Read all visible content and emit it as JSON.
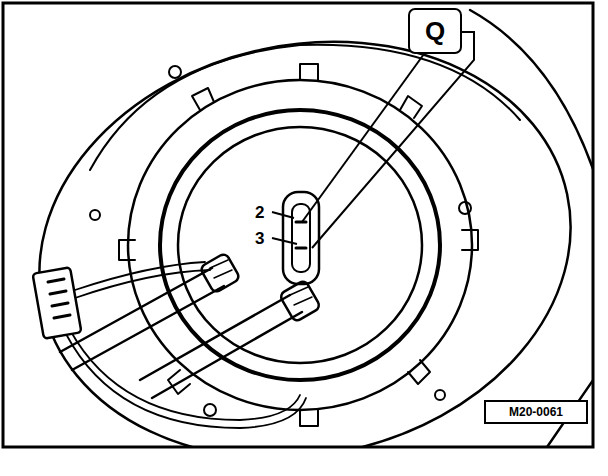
{
  "diagram": {
    "nodes": [
      {
        "text": [
          "Q"
        ]
      },
      {
        "text": [
          "M20-0061"
        ]
      }
    ],
    "labels": [
      "2",
      "3"
    ]
  }
}
